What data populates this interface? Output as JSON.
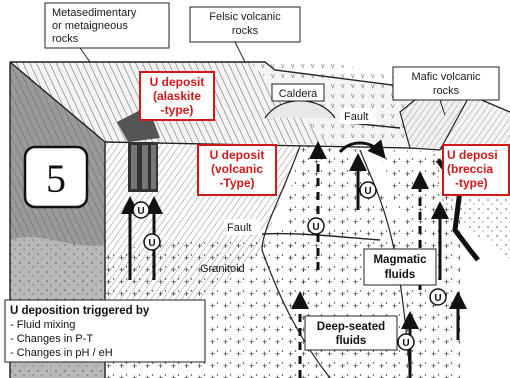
{
  "panel_number": "5",
  "labels": {
    "metasedimentary": [
      "Metasedimentary",
      "or metaigneous",
      "rocks"
    ],
    "felsic": [
      "Felsic volcanic",
      "rocks"
    ],
    "mafic": [
      "Mafic volcanic",
      "rocks"
    ],
    "caldera": "Caldera",
    "fault_upper": "Fault",
    "fault_lower": "Fault",
    "granitoid": "Granitoid"
  },
  "deposits": {
    "alaskite": [
      "U deposit",
      "(alaskite",
      "-type)"
    ],
    "volcanic": [
      "U deposit",
      "(volcanic",
      "-Type)"
    ],
    "breccia": [
      "U deposi",
      "(breccia",
      "-type)"
    ]
  },
  "fluids": {
    "magmatic": [
      "Magmatic",
      "fluids"
    ],
    "deep": [
      "Deep-seated",
      "fluids"
    ]
  },
  "uranium_symbol": "U",
  "legend": {
    "title": "U deposition triggered by",
    "items": [
      "- Fluid mixing",
      "- Changes in P-T",
      "- Changes in pH / eH"
    ]
  },
  "colors": {
    "deposit_border": "#d01818",
    "ink": "#111111"
  }
}
